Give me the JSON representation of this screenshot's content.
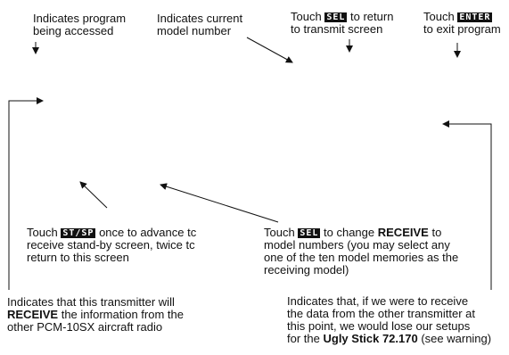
{
  "callouts": {
    "program": {
      "line1": "Indicates program",
      "line2": "being accessed"
    },
    "model": {
      "line1": "Indicates current",
      "line2": "model number"
    },
    "sel_return": {
      "pre": "Touch",
      "key": "SEL",
      "post": "to return",
      "line2": "to transmit screen"
    },
    "enter_exit": {
      "pre": "Touch",
      "key": "ENTER",
      "line2": "to exit program"
    },
    "stsp": {
      "pre": "Touch",
      "key": "ST/SP",
      "post": "once to advance tc",
      "line2": "receive stand-by screen, twice tc",
      "line3": "return to this screen"
    },
    "sel_change": {
      "pre": "Touch",
      "key": "SEL",
      "post": "to change",
      "bold": "RECEIVE",
      "post2": "to",
      "line2": "model numbers (you may select any",
      "line3": "one of the ten model memories as the",
      "line4": "receiving model)"
    },
    "receive_info": {
      "line1": "Indicates that this transmitter will",
      "bold": "RECEIVE",
      "line2_rest": "the information from the",
      "line3": "other PCM-10SX aircraft radio"
    },
    "lose_setups": {
      "line1": "Indicates that, if we were to receive",
      "line2": "the data from the other transmitter at",
      "line3": "this point, we would lose our setups",
      "line4_pre": "for the",
      "bold": "Ugly Stick 72.170",
      "line4_post": "(see warning)"
    }
  }
}
